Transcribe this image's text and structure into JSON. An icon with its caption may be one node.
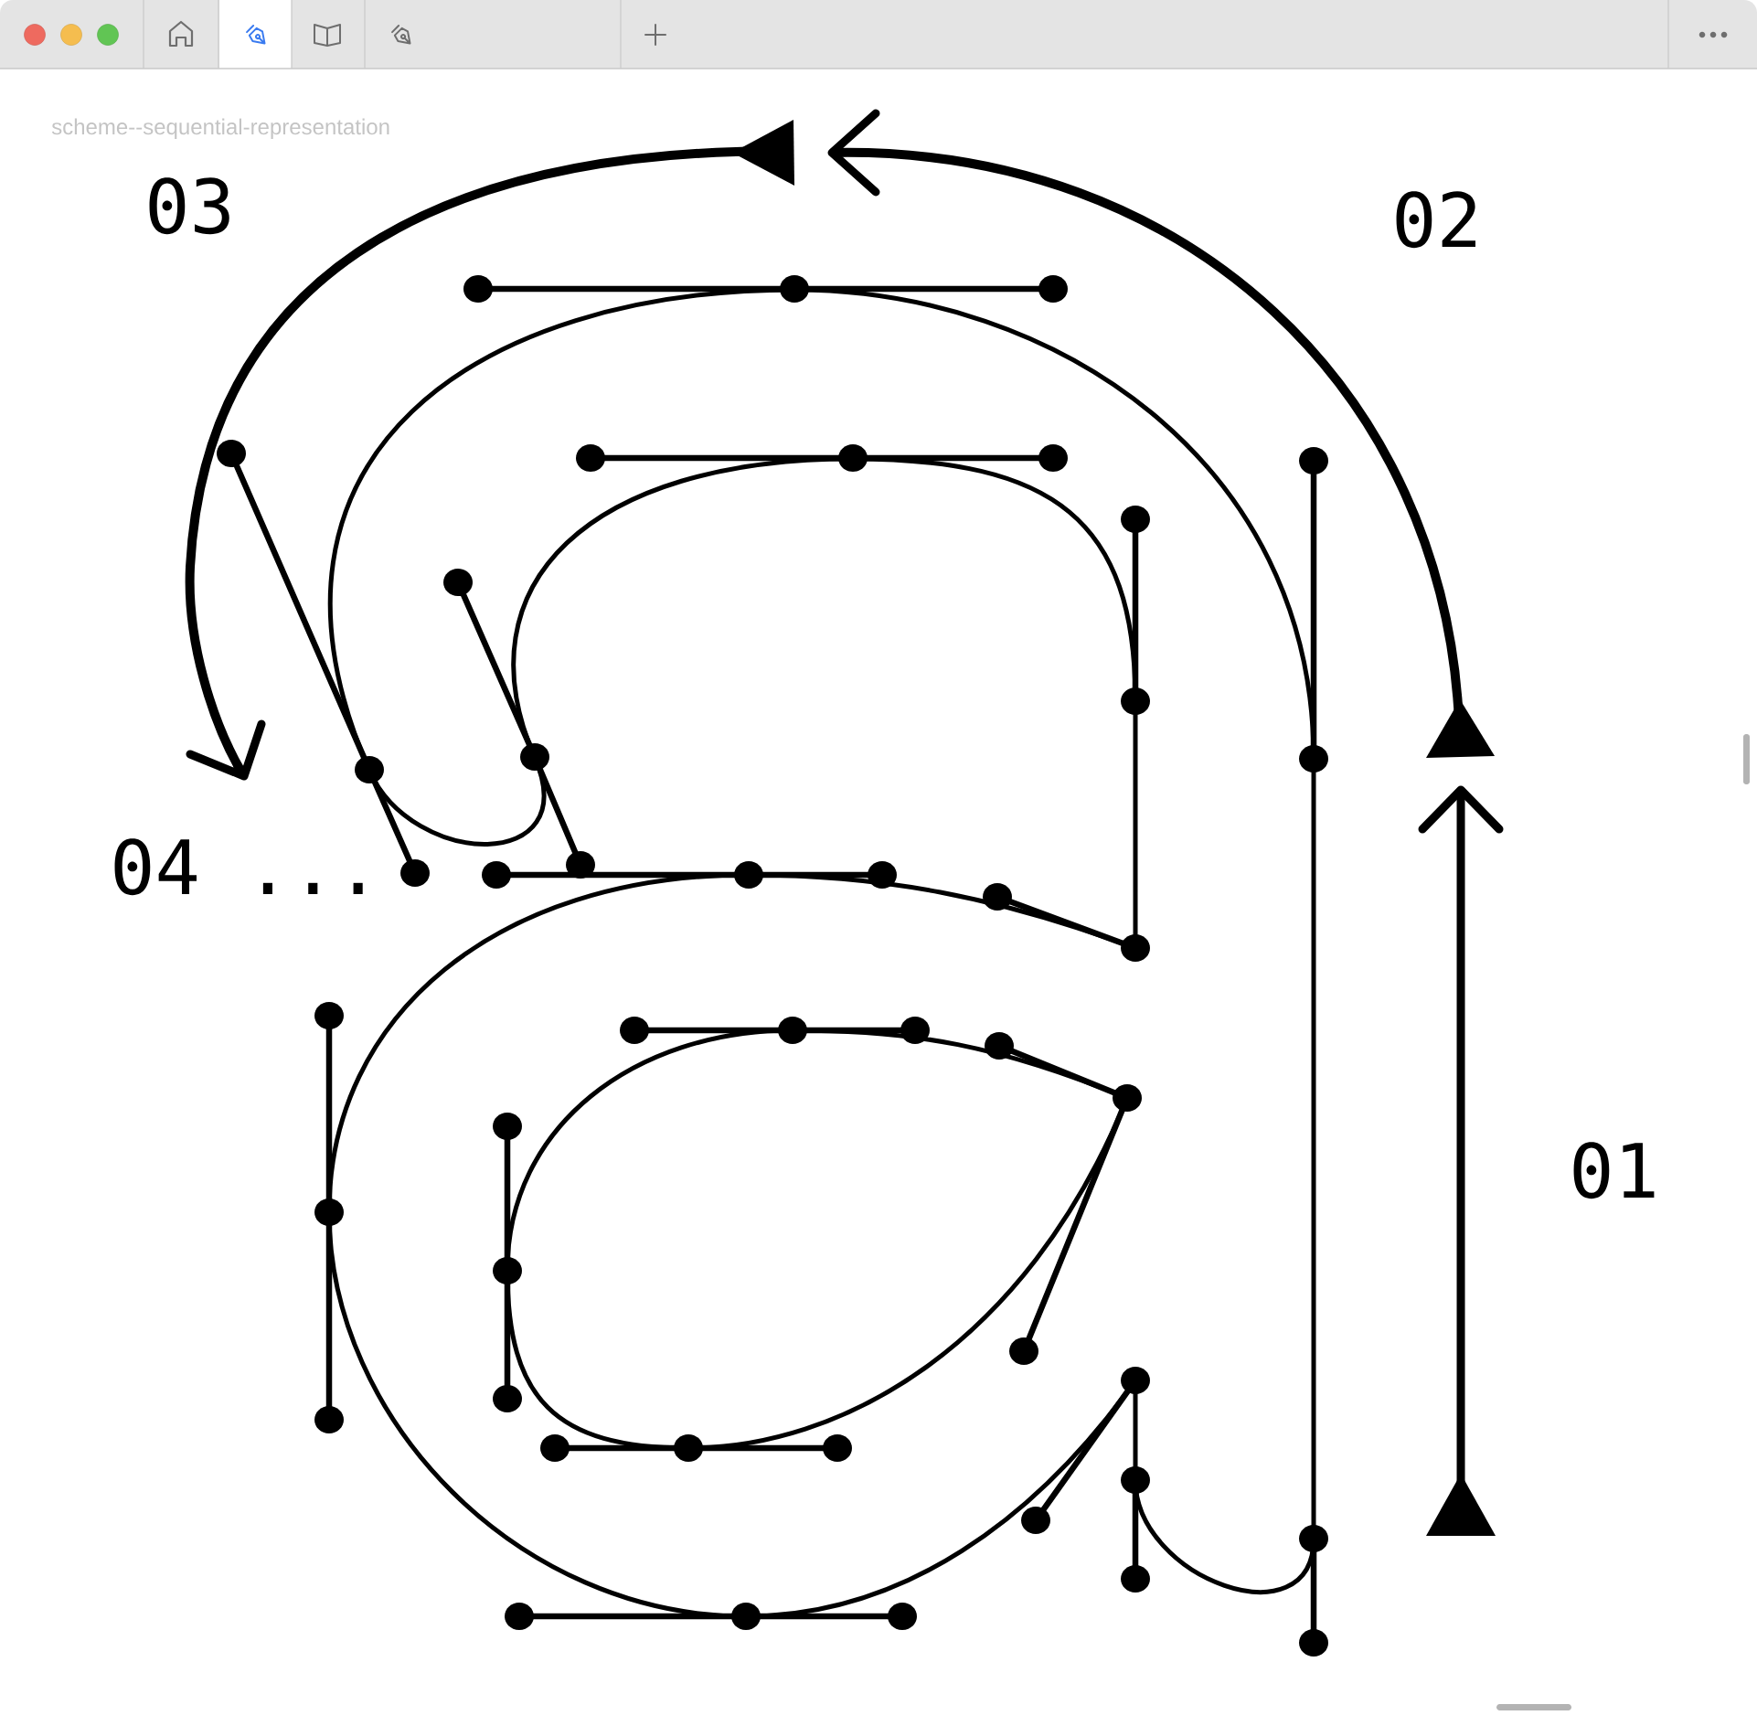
{
  "diagram": {
    "title": "scheme--sequential-representation",
    "labels": [
      "03",
      "02",
      "04 ...",
      "01"
    ]
  }
}
